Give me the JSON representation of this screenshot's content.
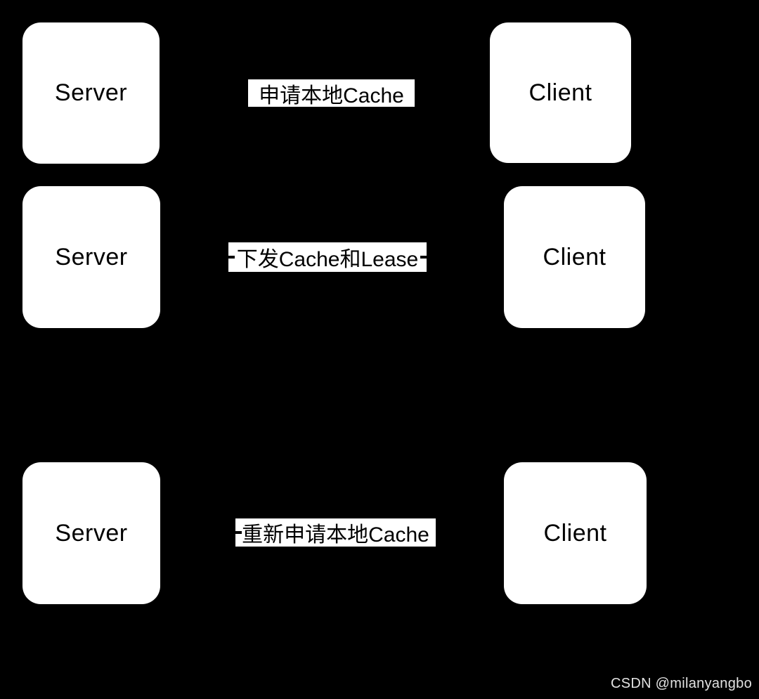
{
  "diagram": {
    "background_color": "#000000",
    "node_fill_color": "#ffffff",
    "node_text_color": "#000000",
    "edge_label_bg_color": "#ffffff",
    "edge_label_text_color": "#000000",
    "nodes": [
      {
        "id": "server-1",
        "label": "Server",
        "row": 1,
        "side": "left"
      },
      {
        "id": "client-1",
        "label": "Client",
        "row": 1,
        "side": "right"
      },
      {
        "id": "server-2",
        "label": "Server",
        "row": 2,
        "side": "left"
      },
      {
        "id": "client-2",
        "label": "Client",
        "row": 2,
        "side": "right"
      },
      {
        "id": "server-3",
        "label": "Server",
        "row": 3,
        "side": "left"
      },
      {
        "id": "client-3",
        "label": "Client",
        "row": 3,
        "side": "right"
      }
    ],
    "edges": [
      {
        "row": 1,
        "label": "申请本地Cache"
      },
      {
        "row": 2,
        "label": "下发Cache和Lease"
      },
      {
        "row": 3,
        "label": "重新申请本地Cache"
      }
    ]
  },
  "watermark": {
    "text": "CSDN @milanyangbo",
    "color": "#e2e2e2"
  }
}
